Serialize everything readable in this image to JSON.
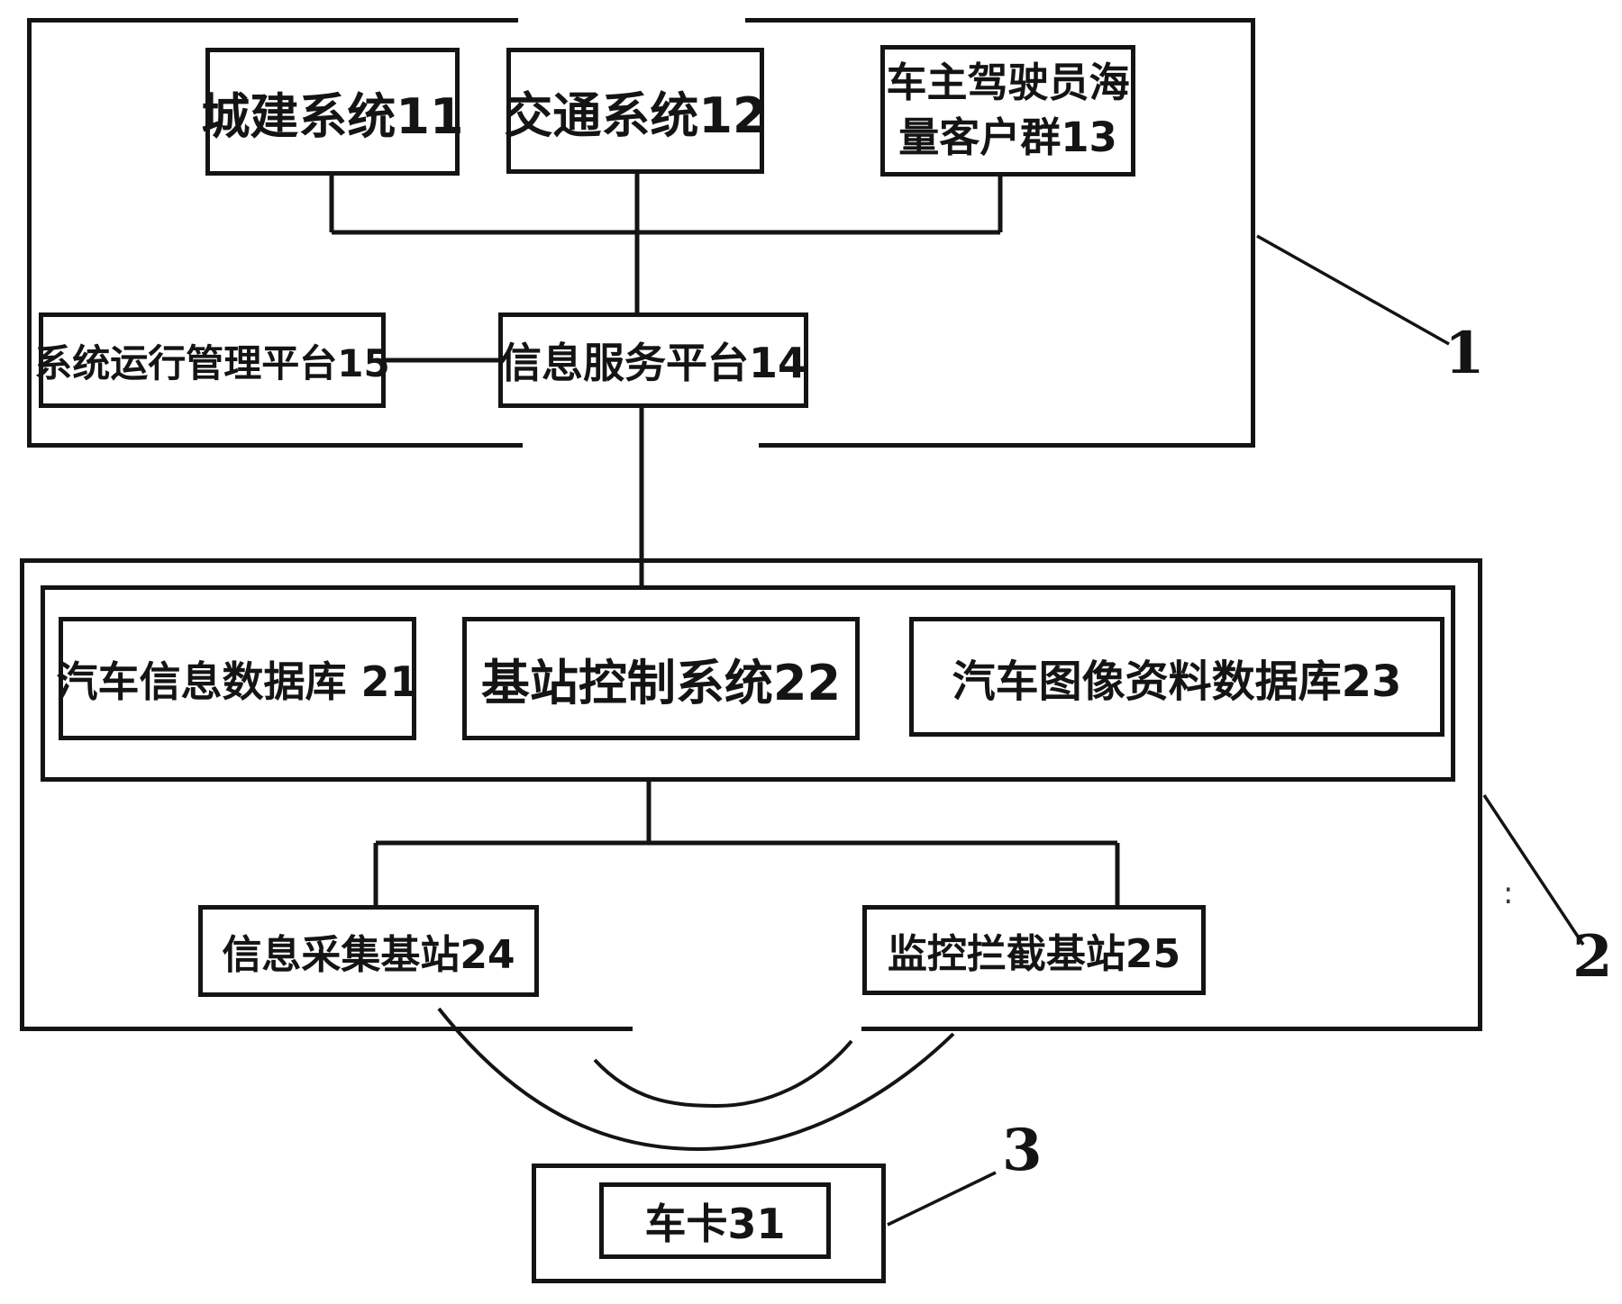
{
  "palette": {
    "ink": "#141414",
    "paper": "#ffffff"
  },
  "figure": {
    "system1": {
      "ref": "1",
      "city_system": "城建系统11",
      "traffic_system": "交通系统12",
      "customers_line1": "车主驾驶员海",
      "customers_line2": "量客户群13",
      "ops_platform": "系统运行管理平台15",
      "info_platform": "信息服务平台14"
    },
    "system2": {
      "ref": "2",
      "vehicle_info_db": "汽车信息数据库 21",
      "base_station_control": "基站控制系统22",
      "vehicle_image_db": "汽车图像资料数据库23",
      "collection_station": "信息采集基站24",
      "intercept_station": "监控拦截基站25"
    },
    "system3": {
      "ref": "3",
      "car_card": "车卡31"
    },
    "stray_mark": ":"
  }
}
